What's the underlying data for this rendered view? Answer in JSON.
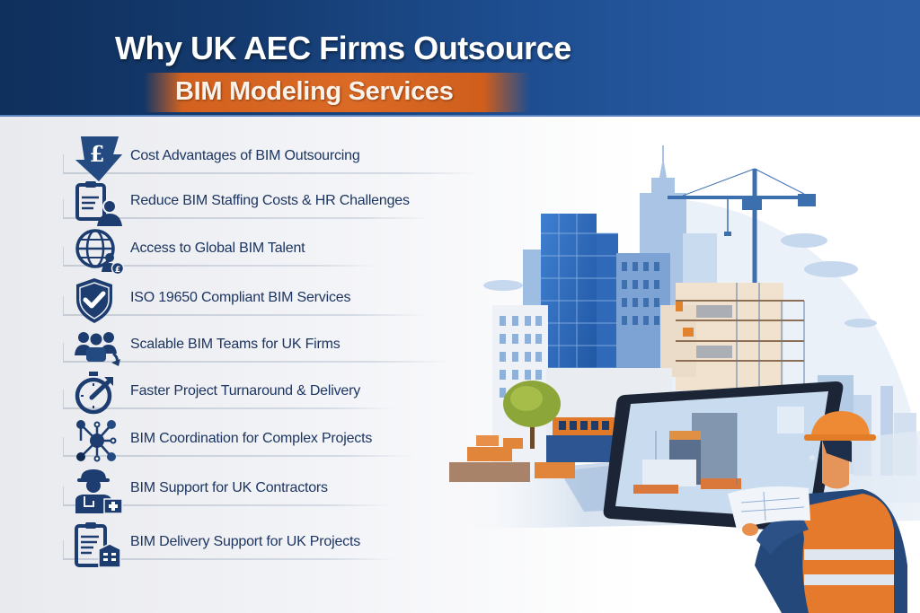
{
  "header": {
    "title": "Why UK AEC Firms Outsource",
    "subtitle": "BIM Modeling Services",
    "colors": {
      "header_dark": "#0f2f5c",
      "header_light": "#2a5ca3",
      "accent_orange": "#d3611f",
      "text_navy": "#1c3561"
    }
  },
  "benefits": {
    "items": [
      {
        "label": "Cost Advantages of BIM Outsourcing",
        "icon": "pound-down-arrow-icon"
      },
      {
        "label": "Reduce BIM Staffing Costs & HR Challenges",
        "icon": "clipboard-person-icon"
      },
      {
        "label": "Access to Global BIM Talent",
        "icon": "globe-person-pound-icon"
      },
      {
        "label": "ISO 19650 Compliant BIM Services",
        "icon": "shield-check-icon"
      },
      {
        "label": "Scalable BIM Teams for UK Firms",
        "icon": "team-arrow-icon"
      },
      {
        "label": "Faster Project Turnaround & Delivery",
        "icon": "stopwatch-arrow-icon"
      },
      {
        "label": "BIM Coordination for Complex Projects",
        "icon": "network-nodes-icon"
      },
      {
        "label": "BIM Support for UK Contractors",
        "icon": "contractor-hardhat-icon"
      },
      {
        "label": "BIM Delivery Support for UK Projects",
        "icon": "clipboard-building-icon"
      }
    ]
  },
  "illustration": {
    "description": "City skyline with construction crane, building under construction, tablet showing BIM model, and worker in orange hard hat and safety vest holding blueprints"
  }
}
